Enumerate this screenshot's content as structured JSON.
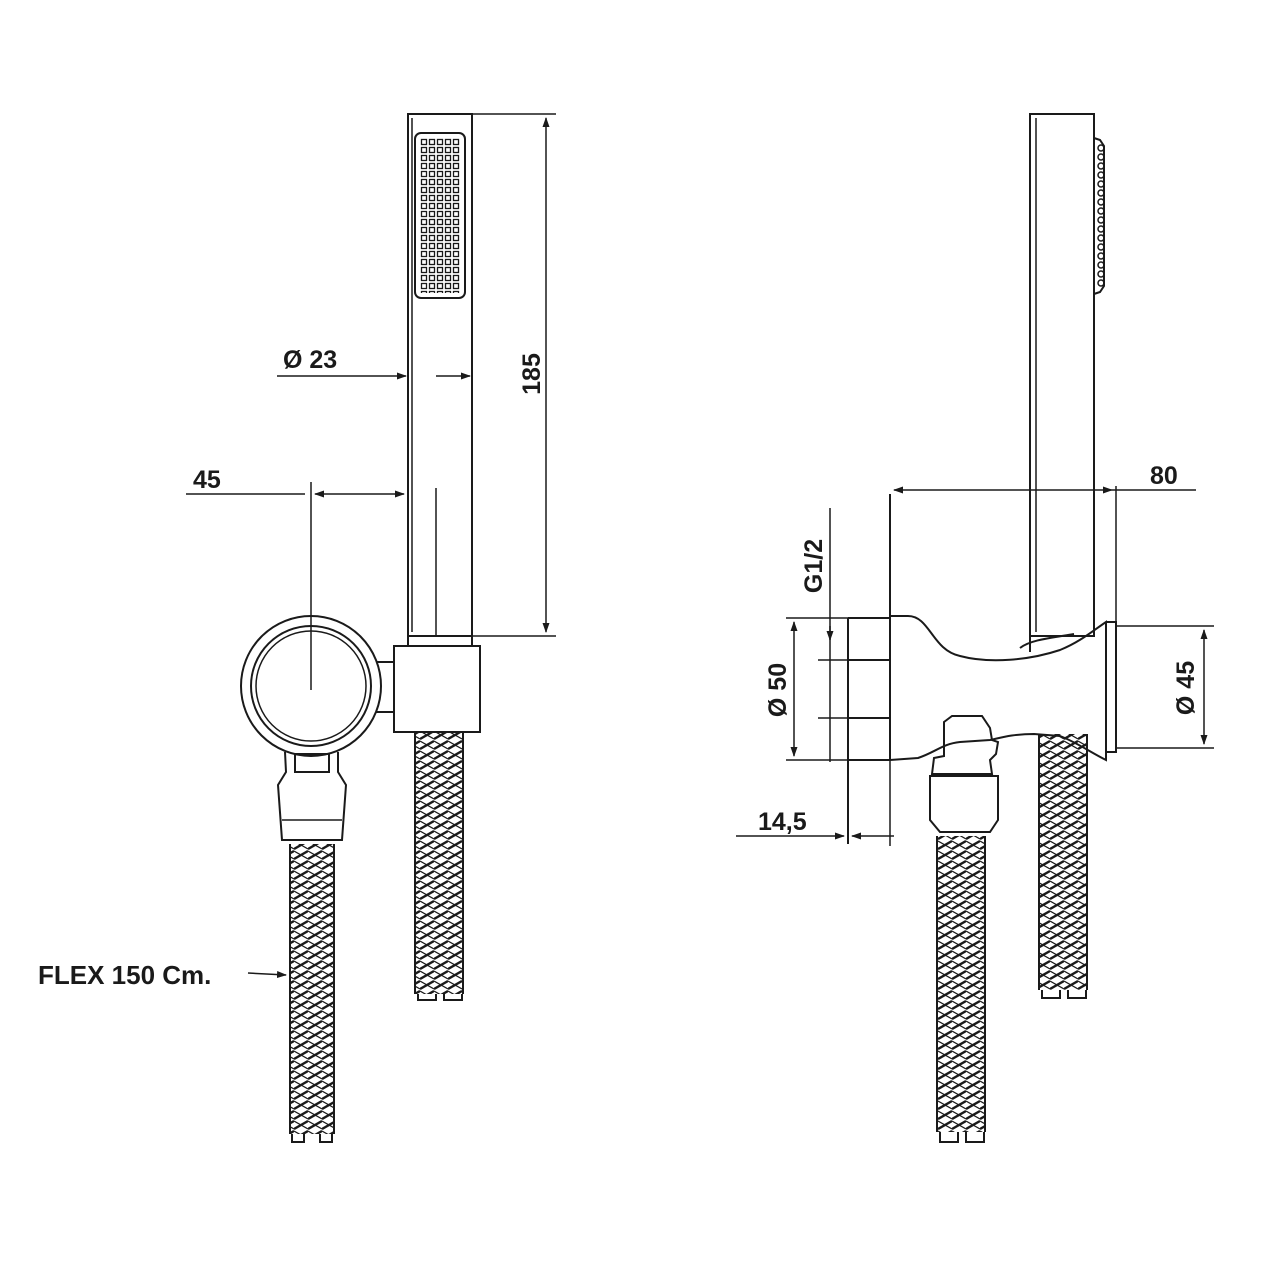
{
  "dimensions": {
    "handle_diameter": "Ø 23",
    "handle_length": "185",
    "holder_offset": "45",
    "projection": "80",
    "thread": "G1/2",
    "flange_diameter": "Ø 50",
    "body_diameter": "Ø 45",
    "flange_depth": "14,5"
  },
  "notes": {
    "hose_length": "FLEX 150 Cm."
  }
}
